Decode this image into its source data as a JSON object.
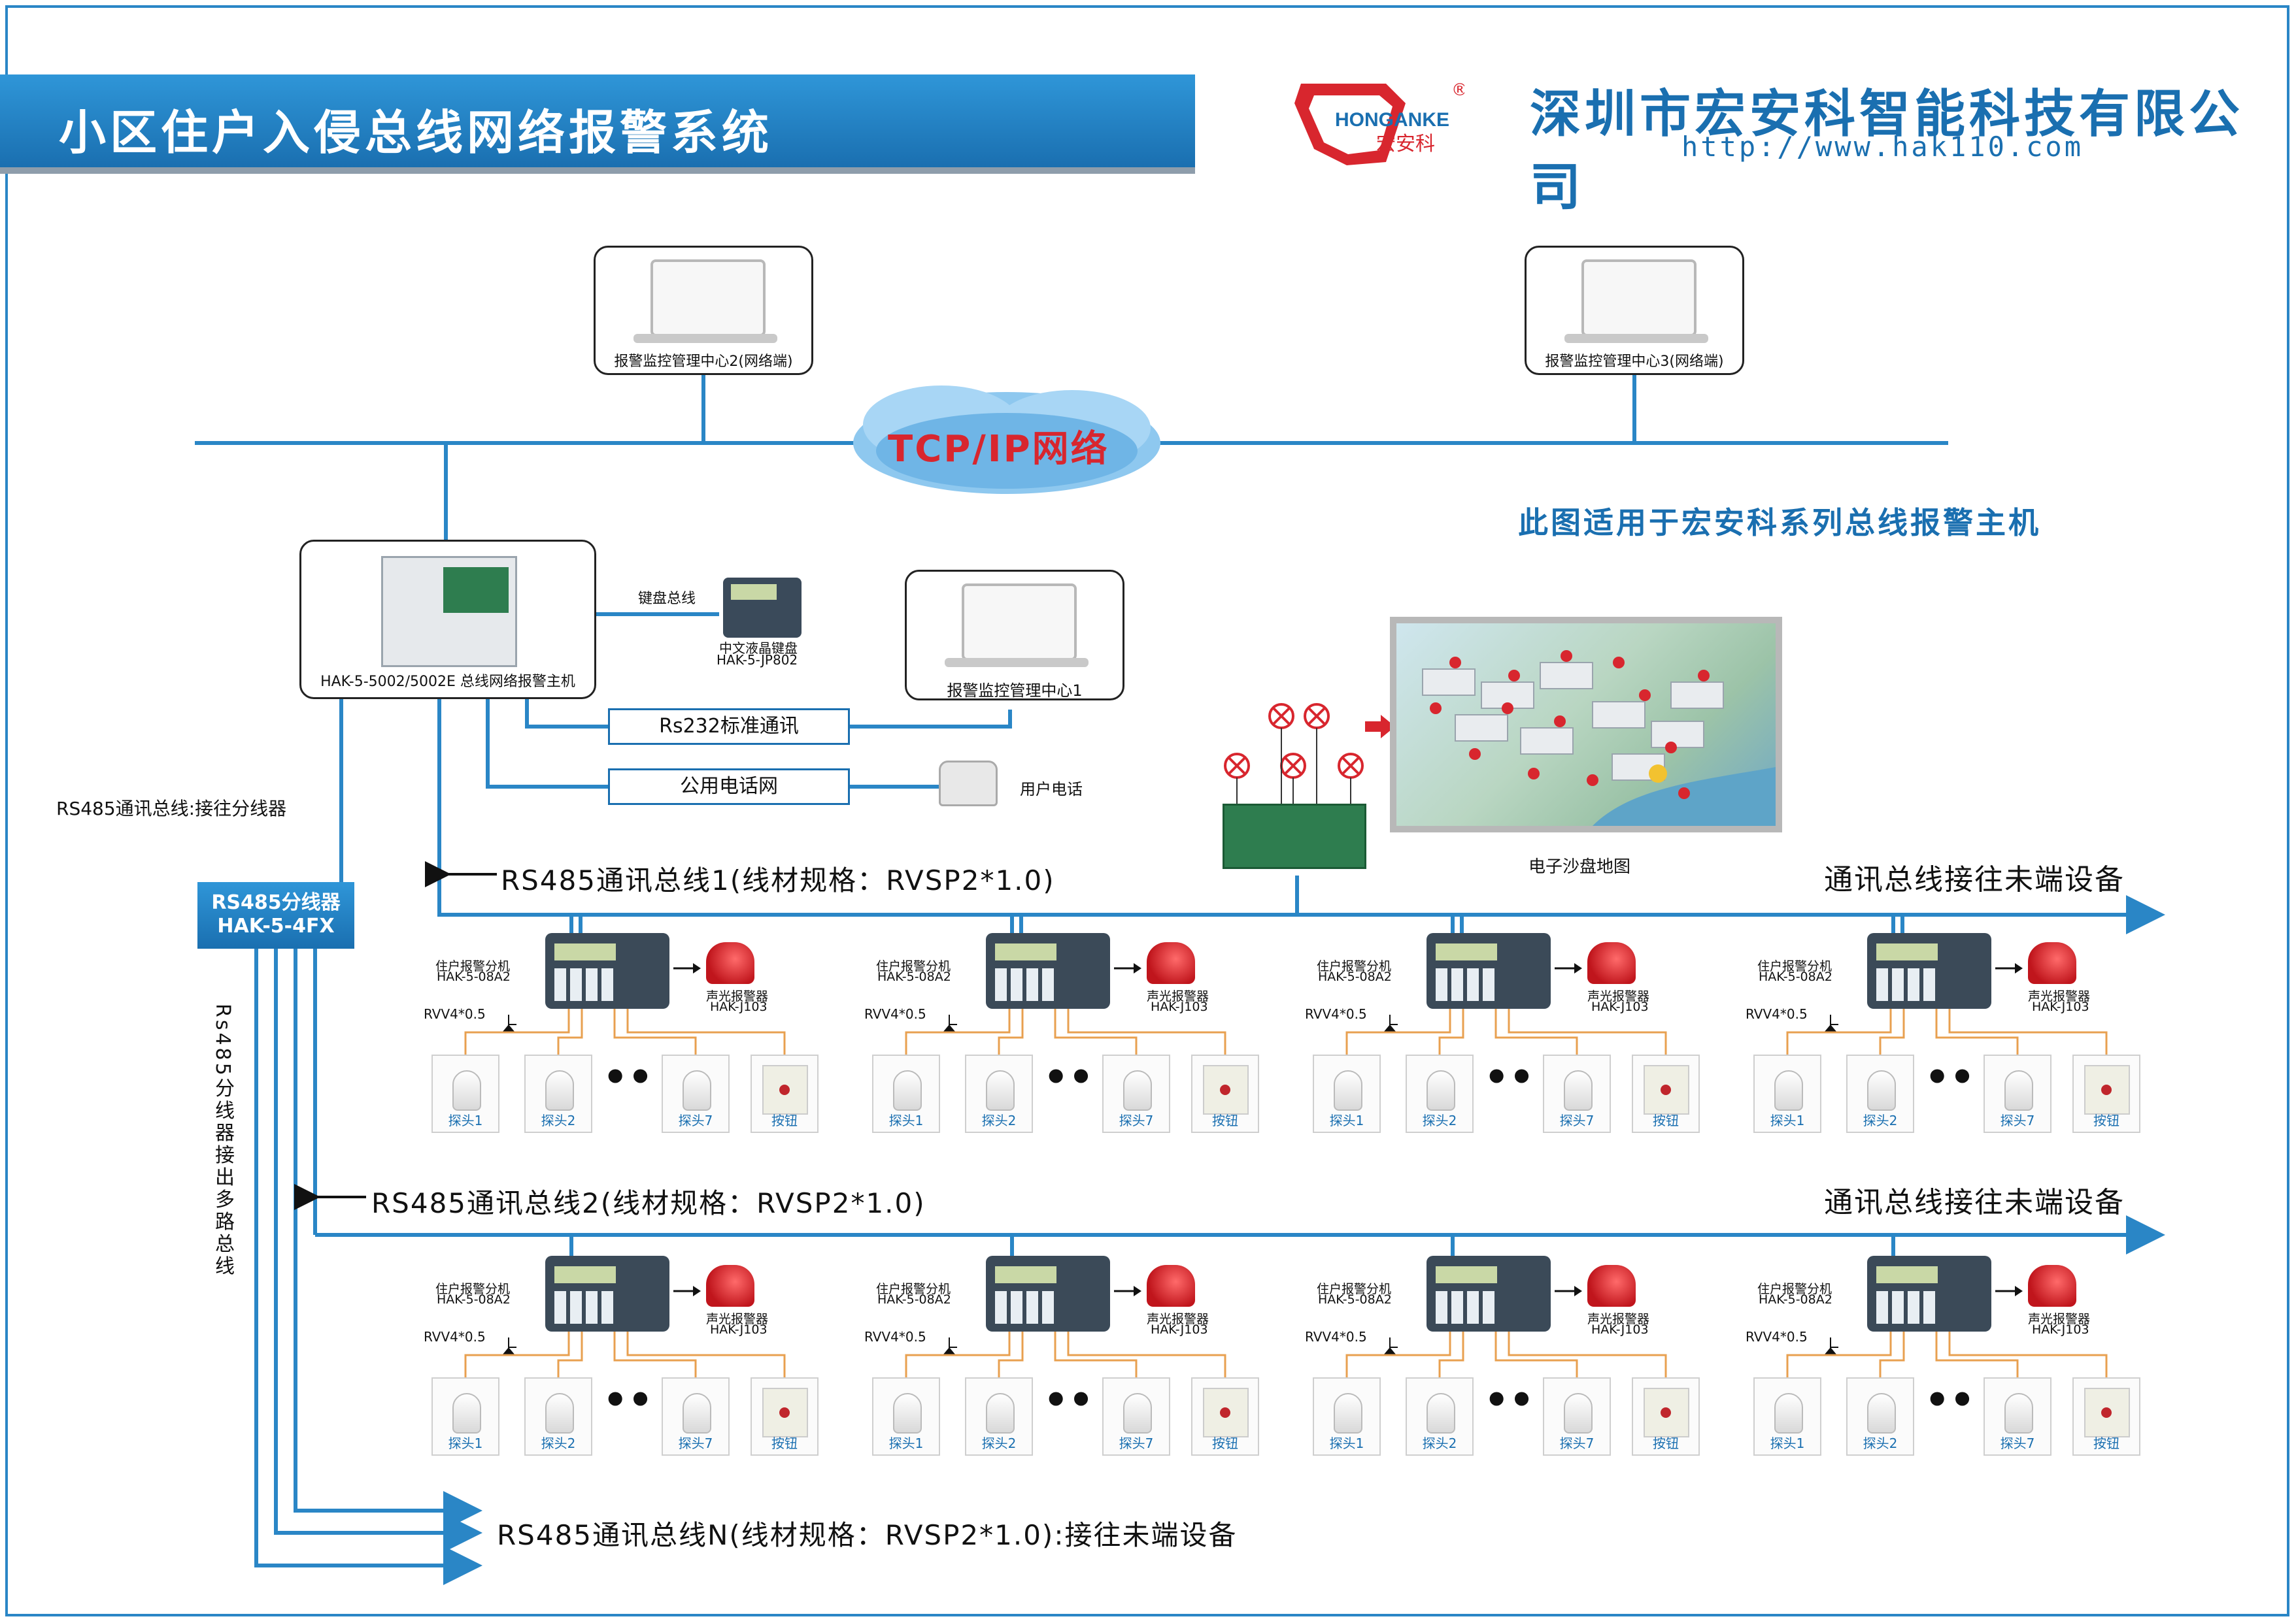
{
  "header": {
    "title": "小区住户入侵总线网络报警系统",
    "company": "深圳市宏安科智能科技有限公司",
    "url": "http://www.hak110.com",
    "logo_text": "HONGANKE 宏安科"
  },
  "network": {
    "label": "TCP/IP网络",
    "center2": "报警监控管理中心2(网络端)",
    "center3": "报警监控管理中心3(网络端)",
    "note": "此图适用于宏安科系列总线报警主机"
  },
  "host": {
    "label": "HAK-5-5002/5002E 总线网络报警主机",
    "keyboard_bus": "键盘总线",
    "keyboard_name": "中文液晶键盘",
    "keyboard_model": "HAK-5-JP802",
    "center1": "报警监控管理中心1",
    "rs232": "Rs232标准通讯",
    "phone_net": "公用电话网",
    "user_phone": "用户电话"
  },
  "map": {
    "label": "电子沙盘地图"
  },
  "splitter": {
    "name": "RS485分线器",
    "model": "HAK-5-4FX",
    "left_label": "RS485通讯总线:接往分线器",
    "vertical_label": "Rs485分线器接出多路总线"
  },
  "buses": {
    "bus1": "RS485通讯总线1(线材规格：RVSP2*1.0)",
    "bus2": "RS485通讯总线2(线材规格：RVSP2*1.0)",
    "busN": "RS485通讯总线N(线材规格：RVSP2*1.0):接往未端设备",
    "end": "通讯总线接往未端设备"
  },
  "unit": {
    "name": "住户报警分机",
    "model": "HAK-5-08A2",
    "siren": "声光报警器",
    "siren_model": "HAK-J103",
    "cable": "RVV4*0.5",
    "probe1": "探头1",
    "probe2": "探头2",
    "probe7": "探头7",
    "button": "按钮"
  },
  "colors": {
    "accent": "#1a6fb0",
    "bus_line": "#2a86c6",
    "wire": "#e8a050",
    "alarm_red": "#d8262e"
  }
}
